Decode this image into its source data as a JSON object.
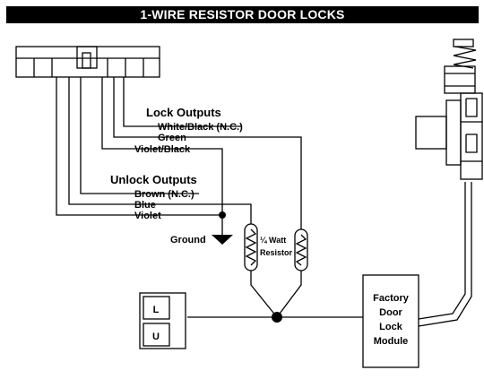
{
  "title": "1-WIRE RESISTOR DOOR LOCKS",
  "lock_outputs": {
    "heading": "Lock Outputs",
    "wires": [
      "White/Black (N.C.)",
      "Green",
      "Violet/Black"
    ]
  },
  "unlock_outputs": {
    "heading": "Unlock Outputs",
    "wires": [
      "Brown (N.C.)",
      "Blue",
      "Violet"
    ]
  },
  "ground_label": "Ground",
  "resistor": {
    "fraction": "¼",
    "line1_suffix": "Watt",
    "line2": "Resistor"
  },
  "switch": {
    "top": "L",
    "bottom": "U"
  },
  "module": {
    "line1": "Factory",
    "line2": "Door",
    "line3": "Lock",
    "line4": "Module"
  }
}
